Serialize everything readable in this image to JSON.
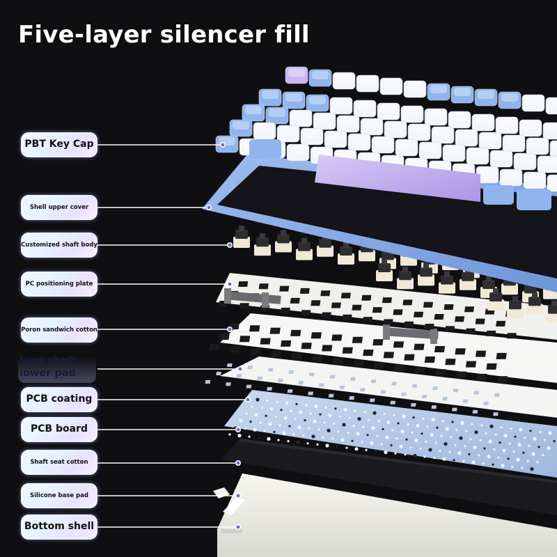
{
  "title": "Five-layer silencer fill",
  "layers": [
    {
      "label": "PBT Key Cap",
      "size": "big"
    },
    {
      "label": "Shell upper cover",
      "size": "small"
    },
    {
      "label": "Customized shaft body",
      "size": "small"
    },
    {
      "label": "PC positioning plate",
      "size": "small"
    },
    {
      "label": "Poron sandwich cotton",
      "size": "small"
    },
    {
      "label": "Ixpe shaft lower pad",
      "size": "ghost"
    },
    {
      "label": "PCB coating",
      "size": "big"
    },
    {
      "label": "PCB board",
      "size": "big"
    },
    {
      "label": "Shaft seat cotton",
      "size": "small"
    },
    {
      "label": "Silicone base pad",
      "size": "small"
    },
    {
      "label": "Bottom shell",
      "size": "big"
    }
  ],
  "colors": {
    "background": "#0f0f12",
    "keycap_blue": "#8fb4ee",
    "keycap_white": "#f4f6fb",
    "keycap_purple": "#c9b8f2",
    "plate_white": "#f1f1ee",
    "pcb_blue": "#b8cbe6",
    "foam_black": "#1c1c1f",
    "marker_dot": "#6a6ab8"
  }
}
